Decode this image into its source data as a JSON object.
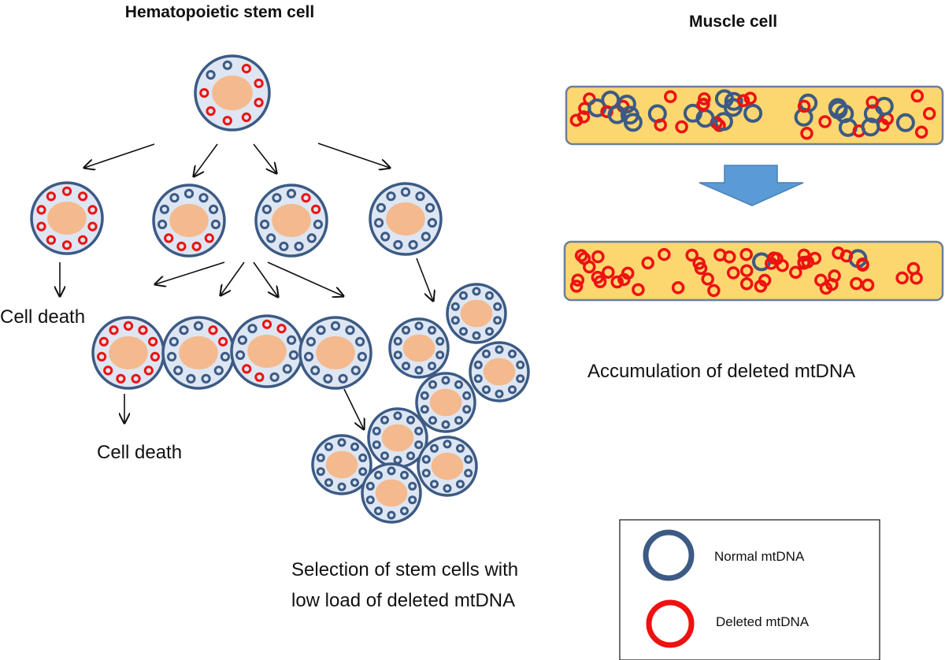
{
  "titles": {
    "hsc": "Hematopoietic stem cell",
    "muscle": "Muscle cell"
  },
  "labels": {
    "cell_death_1": "Cell death",
    "cell_death_2": "Cell death",
    "accumulation": "Accumulation of deleted mtDNA",
    "selection_line1": "Selection of stem cells with",
    "selection_line2": "low load of deleted mtDNA"
  },
  "legend": {
    "normal": "Normal mtDNA",
    "deleted": "Deleted mtDNA"
  },
  "colors": {
    "normal_mtdna": "#3c5a84",
    "deleted_mtdna": "#ee1111",
    "cytoplasm": "#dde6f2",
    "membrane": "#3c5a84",
    "nucleus": "#f5b98e",
    "muscle_fill": "#fcd770",
    "muscle_border": "#6a7f9a",
    "arrow_block": "#5b9bd5"
  }
}
